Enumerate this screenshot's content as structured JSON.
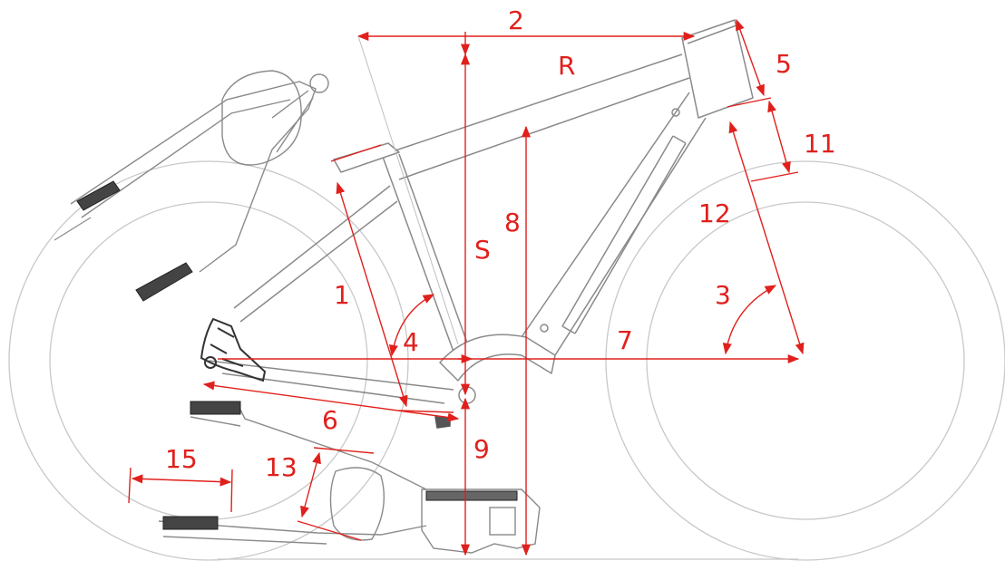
{
  "colors": {
    "frame": "#8a8a8a",
    "parts": "#555555",
    "wheel": "#c8c8c8",
    "dimension": "#e0201c"
  },
  "labels": {
    "l1": "1",
    "l2": "2",
    "l3": "3",
    "l4": "4",
    "l5": "5",
    "l6": "6",
    "l7": "7",
    "l8": "8",
    "l9": "9",
    "l11": "11",
    "l12": "12",
    "l13": "13",
    "l15": "15",
    "lR": "R",
    "lS": "S"
  }
}
